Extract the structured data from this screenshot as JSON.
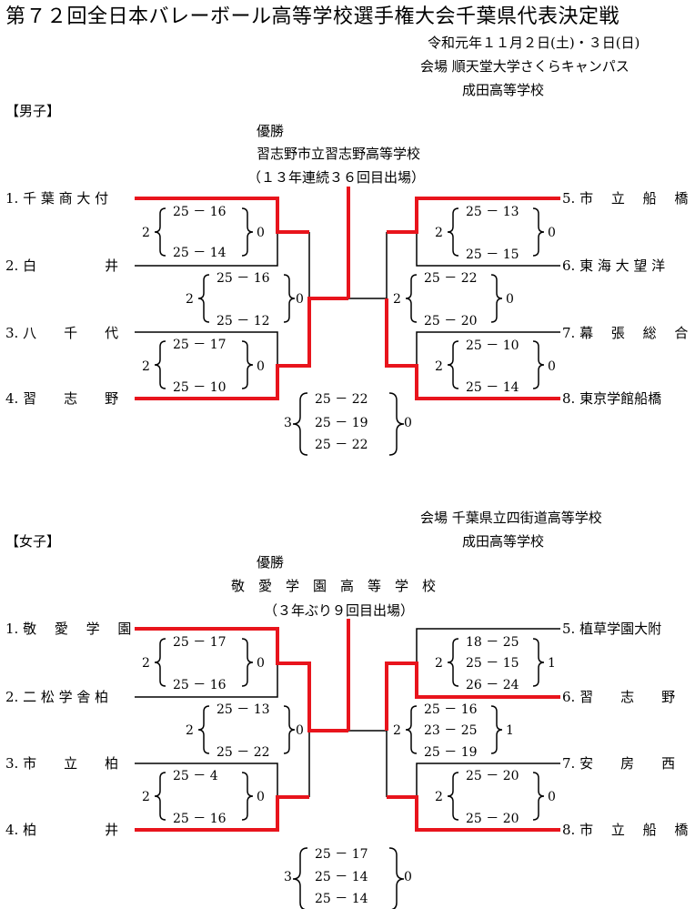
{
  "title": "第７２回全日本バレーボール高等学校選手権大会千葉県代表決定戦",
  "date": "令和元年１１月２日(土)・３日(日)",
  "venue1_a": "会場  順天堂大学さくらキャンパス",
  "venue1_b": "成田高等学校",
  "venue2_a": "会場  千葉県立四街道高等学校",
  "venue2_b": "成田高等学校",
  "boys": {
    "label": "【男子】",
    "winner_label": "優勝",
    "winner_name": "習志野市立習志野高等学校",
    "winner_note": "（１３年連続３６回目出場）",
    "teams_left": [
      "1. 千 葉 商 大 付",
      "2. 白　　　　　井",
      "3. 八　　千　　代",
      "4. 習　　志　　野"
    ],
    "teams_right": [
      "5. 市　 立　 船　 橋",
      "6. 東 海 大 望 洋",
      "7. 幕　 張　 総　 合",
      "8. 東京学館船橋"
    ],
    "m1": {
      "w": "2",
      "l": "0",
      "sets": [
        "25 － 16",
        "25 － 14"
      ]
    },
    "m2": {
      "w": "2",
      "l": "0",
      "sets": [
        "25 － 17",
        "25 － 10"
      ]
    },
    "m3": {
      "w": "2",
      "l": "0",
      "sets": [
        "25 － 16",
        "25 － 12"
      ]
    },
    "m4": {
      "w": "2",
      "l": "0",
      "sets": [
        "25 － 13",
        "25 － 15"
      ]
    },
    "m5": {
      "w": "2",
      "l": "0",
      "sets": [
        "25 － 10",
        "25 － 14"
      ]
    },
    "m6": {
      "w": "2",
      "l": "0",
      "sets": [
        "25 － 22",
        "25 － 20"
      ]
    },
    "final": {
      "w": "3",
      "l": "0",
      "sets": [
        "25 － 22",
        "25 － 19",
        "25 － 22"
      ]
    }
  },
  "girls": {
    "label": "【女子】",
    "winner_label": "優勝",
    "winner_name": "敬　愛　学　園　高　等　学　校",
    "winner_note": "（３年ぶり９回目出場）",
    "teams_left": [
      "1. 敬　 愛　 学　 園",
      "2. 二 松 学 舎 柏",
      "3. 市　　立　　柏",
      "4. 柏　　　　　井"
    ],
    "teams_right": [
      "5. 植草学園大附",
      "6. 習　　志　　野",
      "7. 安　　房　　西",
      "8. 市　 立　 船　 橋"
    ],
    "m1": {
      "w": "2",
      "l": "0",
      "sets": [
        "25 － 17",
        "25 － 16"
      ]
    },
    "m2": {
      "w": "2",
      "l": "0",
      "sets": [
        "25 －  4",
        "25 － 16"
      ]
    },
    "m3": {
      "w": "2",
      "l": "0",
      "sets": [
        "25 － 13",
        "25 － 22"
      ]
    },
    "m4": {
      "w": "2",
      "l": "1",
      "sets": [
        "18 － 25",
        "25 － 15",
        "26 － 24"
      ]
    },
    "m5": {
      "w": "2",
      "l": "0",
      "sets": [
        "25 － 20",
        "25 － 20"
      ]
    },
    "m6": {
      "w": "2",
      "l": "1",
      "sets": [
        "25 － 16",
        "23 － 25",
        "25 － 19"
      ]
    },
    "final": {
      "w": "3",
      "l": "0",
      "sets": [
        "25 － 17",
        "25 － 14",
        "25 － 14"
      ]
    }
  },
  "colors": {
    "win_line": "#e8141c",
    "line": "#000000"
  }
}
